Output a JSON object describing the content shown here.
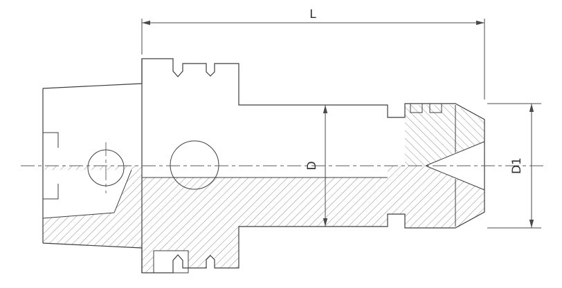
{
  "drawing": {
    "type": "technical-section-drawing",
    "subject": "collet chuck tool holder with HSK shank and clamping nut, half section view",
    "labels": {
      "overall_length": "L",
      "body_diameter": "D",
      "nut_diameter": "D1"
    },
    "colors": {
      "line": "#3c3c3c",
      "dimension_line": "#4a4a4a",
      "hatch": "#6f6f6f",
      "background": "#ffffff"
    }
  }
}
